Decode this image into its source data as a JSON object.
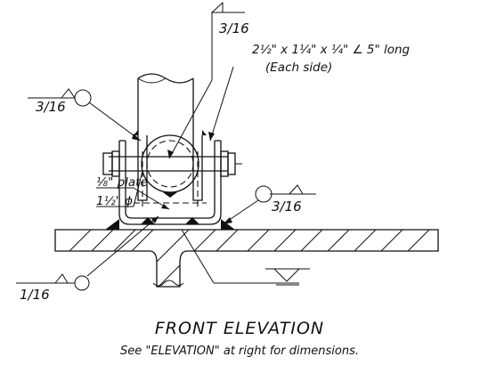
{
  "labels": {
    "weld_top": "3/16",
    "weld_left": "3/16",
    "weld_right": "3/16",
    "weld_bottom": "1/16",
    "angle_spec": "2½\" x 1¼\" x ¼\" ∠ 5\" long",
    "angle_note": "(Each side)",
    "plate": "⅛\" plate",
    "bolt": "1½\" ϕ"
  },
  "title": "FRONT ELEVATION",
  "subtitle": "See \"ELEVATION\" at right for dimensions."
}
